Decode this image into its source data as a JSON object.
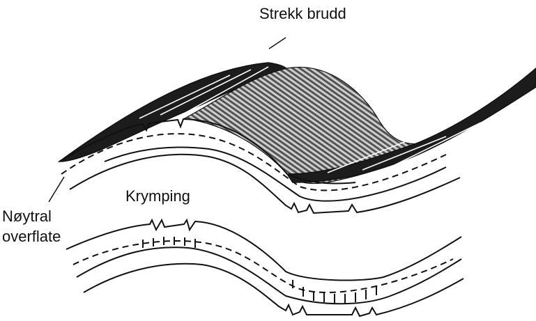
{
  "labels": {
    "tension_fracture": "Strekk brudd",
    "neutral_surface_line1": "Nøytral",
    "neutral_surface_line2": "overflate",
    "compression": "Krymping"
  },
  "colors": {
    "line": "#111111",
    "dark_fill": "#1c1c1c",
    "stipple_fill": "#8a8a8a",
    "background": "#ffffff"
  }
}
